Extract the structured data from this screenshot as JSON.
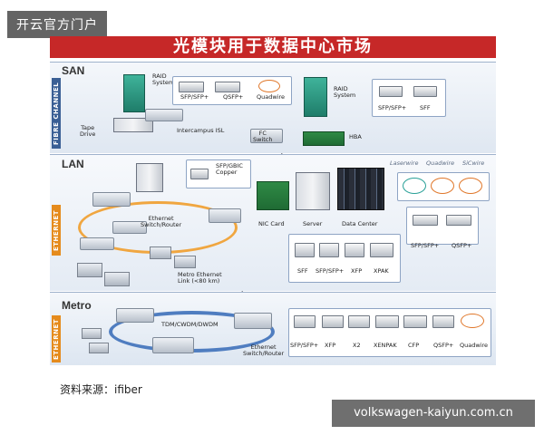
{
  "watermark_text": "开云官方门户",
  "title": "光模块用于数据中心市场",
  "san": {
    "title": "SAN",
    "side_label": "FIBRE CHANNEL",
    "raid_left": "RAID\nSystem",
    "raid_right": "RAID\nSystem",
    "tape_drive": "Tape\nDrive",
    "intercampus": "Intercampus ISL",
    "fc_switch": "FC\nSwitch",
    "hba": "HBA",
    "modules_left": [
      "SFP/SFP+",
      "QSFP+",
      "Quadwire"
    ],
    "modules_right": [
      "SFP/SFP+",
      "SFF"
    ]
  },
  "lan": {
    "title": "LAN",
    "side_label": "ETHERNET",
    "sfp_gbic": "SFP/GBIC\nCopper",
    "ethernet_switch": "Ethernet\nSwitch/Router",
    "nic_card": "NIC Card",
    "server": "Server",
    "data_center": "Data Center",
    "metro_ethernet": "Metro Ethernet\nLink (<80 km)",
    "brands": [
      "Laserwire",
      "Quadwire",
      "SiCwire"
    ],
    "modules_right": [
      "SFP/SFP+",
      "QSFP+"
    ],
    "modules_bottom": [
      "SFF",
      "SFP/SFP+",
      "XFP",
      "XPAK"
    ]
  },
  "metro": {
    "title": "Metro",
    "side_label": "ETHERNET",
    "tdm": "TDM/CWDM/DWDM",
    "ethernet_switch": "Ethernet\nSwitch/Router",
    "modules": [
      "SFP/SFP+",
      "XFP",
      "X2",
      "XENPAK",
      "CFP",
      "QSFP+",
      "Quadwire"
    ]
  },
  "source_text": "资料来源：ifiber",
  "site_text": "volkswagen-kaiyun.com.cn"
}
